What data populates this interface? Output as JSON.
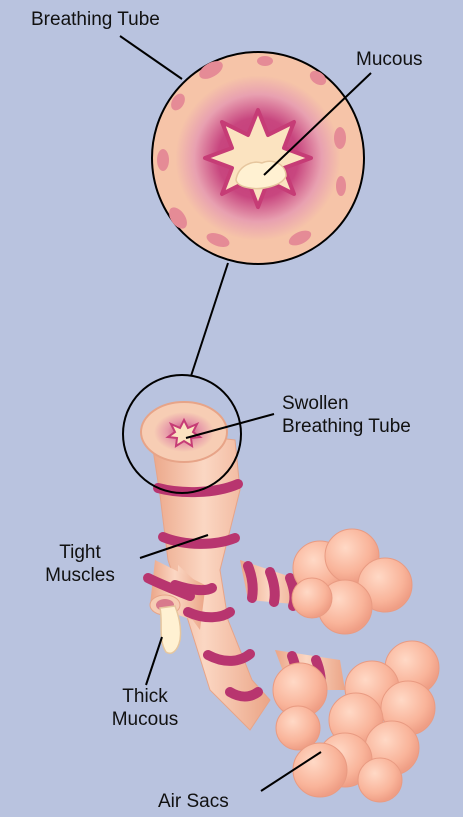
{
  "labels": {
    "breathing_tube": "Breathing Tube",
    "mucous": "Mucous",
    "swollen_line1": "Swollen",
    "swollen_line2": "Breathing Tube",
    "tight_line1": "Tight",
    "tight_line2": "Muscles",
    "thick_line1": "Thick",
    "thick_line2": "Mucous",
    "air_sacs": "Air Sacs"
  },
  "colors": {
    "background": "#b9c3df",
    "tissue": "#f6c4a8",
    "tissue_edge": "#e7a488",
    "muscle_band": "#b8356f",
    "inflamed_center": "#c23a78",
    "mucous": "#fff1d2",
    "air_sac": "#f9b49a",
    "leader_line": "#000000"
  }
}
